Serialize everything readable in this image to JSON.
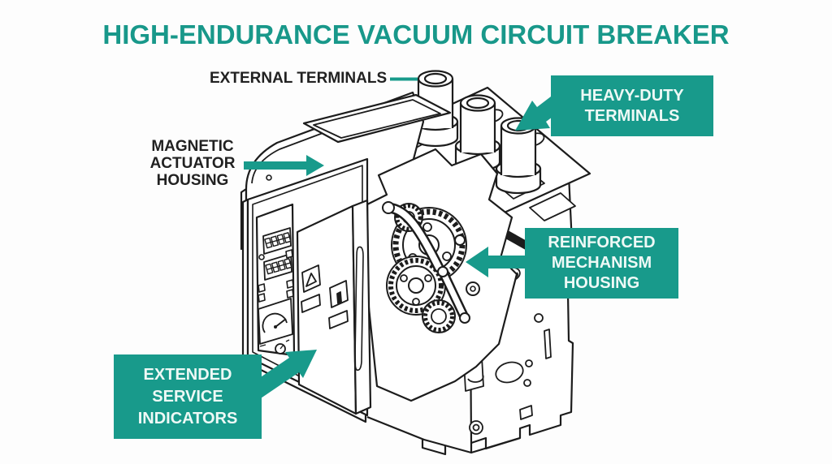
{
  "title": "HIGH-ENDURANCE VACUUM CIRCUIT BREAKER",
  "annotations": {
    "external_terminals": {
      "label": "EXTERNAL TERMINALS"
    },
    "magnetic_actuator_housing": {
      "label": "MAGNETIC ACTUATOR HOUSING"
    },
    "heavy_duty_terminals": {
      "label": "HEAVY-DUTY TERMINALS"
    },
    "reinforced_mechanism_housing": {
      "label": "REINFORCED MECHANISM HOUSING"
    },
    "extended_service_indicators": {
      "label": "EXTENDED SERVICE INDICATORS"
    }
  },
  "colors": {
    "accent_teal": "#189a8b",
    "title_teal": "#18988a",
    "callout_text": "#eef9f6",
    "label_text": "#212121",
    "line_art": "#1c1c1c",
    "background": "#fdfdfd"
  },
  "illustration": {
    "subject": "isometric cutaway line drawing of a vacuum circuit breaker",
    "features": [
      "three cylindrical external terminals on top deck",
      "diagonal busbar band",
      "magnetic actuator housing block (upper left)",
      "cutaway opening exposing gear mechanism",
      "front control panel with segment displays, gauge dial, knob and two buttons",
      "perforated right side panel with mounting holes"
    ]
  }
}
